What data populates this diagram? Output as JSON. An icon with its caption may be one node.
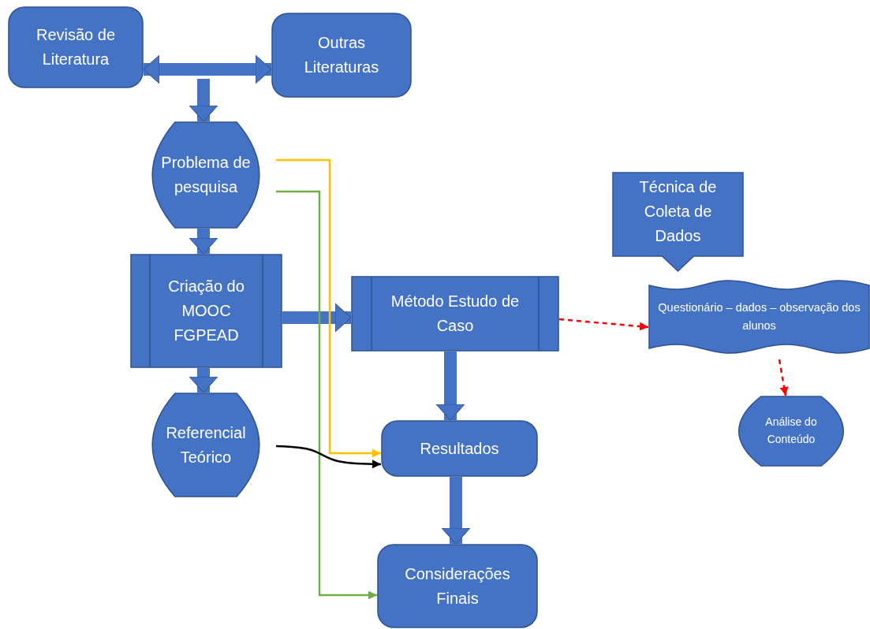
{
  "diagram": {
    "nodes": [
      {
        "text": [
          "Revisão de Literatura"
        ]
      },
      {
        "text": [
          "Outras Literaturas"
        ]
      },
      {
        "text": [
          "Problema de pesquisa"
        ]
      },
      {
        "text": [
          "Criação do MOOC FGPEAD"
        ]
      },
      {
        "text": [
          "Método Estudo de Caso"
        ]
      },
      {
        "text": [
          "Técnica de Coleta de Dados"
        ]
      },
      {
        "text": [
          "Questionário – dados – observação dos alunos"
        ]
      },
      {
        "text": [
          "Referencial Teórico"
        ]
      },
      {
        "text": [
          "Resultados"
        ]
      },
      {
        "text": [
          "Análise do Conteúdo"
        ]
      },
      {
        "text": [
          "Considerações Finais"
        ]
      }
    ],
    "edges": [
      {
        "from": 0,
        "to": 1,
        "arrow": "both"
      },
      {
        "from": null,
        "to": 2,
        "arrow": "to"
      },
      {
        "from": 2,
        "to": 3,
        "arrow": "to"
      },
      {
        "from": 3,
        "to": 7,
        "arrow": "to"
      },
      {
        "from": 3,
        "to": 4,
        "arrow": "to"
      },
      {
        "from": 4,
        "to": 8,
        "arrow": "to"
      },
      {
        "from": 8,
        "to": 10,
        "arrow": "to"
      },
      {
        "from": 2,
        "to": 8,
        "arrow": "to",
        "color": "#ffc000"
      },
      {
        "from": 2,
        "to": 10,
        "arrow": "to",
        "color": "#70ad47"
      },
      {
        "from": 7,
        "to": 8,
        "arrow": "to",
        "color": "#000000"
      },
      {
        "from": 4,
        "to": 6,
        "arrow": "to",
        "style": "dashed",
        "color": "#ff0000"
      },
      {
        "from": 6,
        "to": 9,
        "arrow": "to",
        "style": "dashed",
        "color": "#ff0000"
      }
    ]
  }
}
